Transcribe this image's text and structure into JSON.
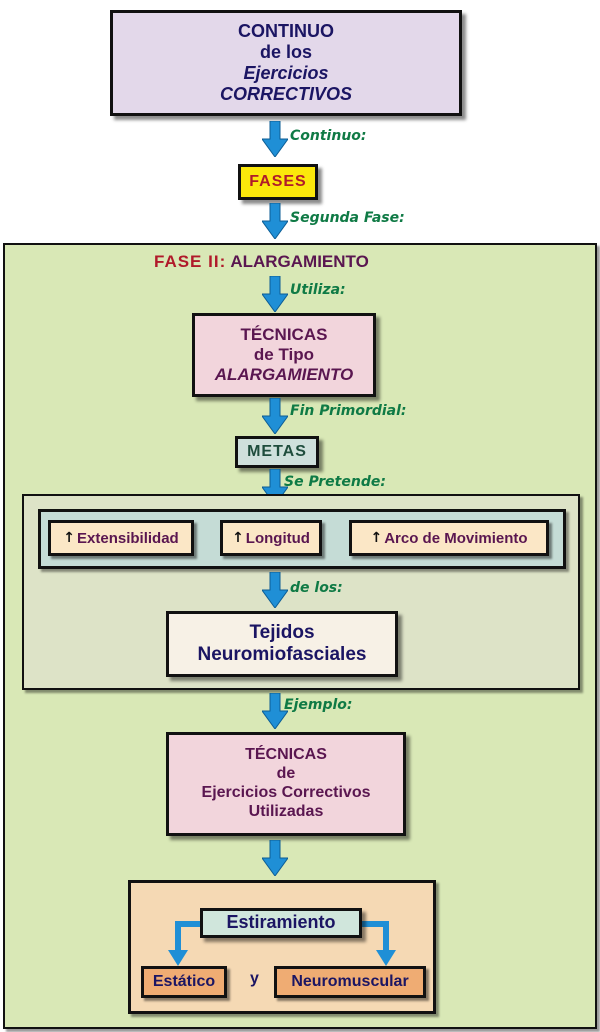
{
  "title_box": {
    "line1": "CONTINUO",
    "line2": "de los",
    "line3": "Ejercicios",
    "line4": "CORRECTIVOS"
  },
  "labels": {
    "continuo": "Continuo:",
    "segunda_fase": "Segunda Fase:",
    "utiliza": "Utiliza:",
    "fin_primordial": "Fin Primordial:",
    "se_pretende": "Se Pretende:",
    "de_los": "de los:",
    "ejemplo": "Ejemplo:"
  },
  "fases_box": "FASES",
  "phase_header": {
    "prefix": "FASE II:",
    "name": "ALARGAMIENTO"
  },
  "tecnicas_tipo": {
    "line1": "TÉCNICAS",
    "line2": "de Tipo",
    "line3": "ALARGAMIENTO"
  },
  "metas_box": "METAS",
  "goals": [
    {
      "arrow": "↑",
      "label": "Extensibilidad"
    },
    {
      "arrow": "↑",
      "label": "Longitud"
    },
    {
      "arrow": "↑",
      "label": "Arco de Movimiento"
    }
  ],
  "tejidos": {
    "line1": "Tejidos",
    "line2": "Neuromiofasciales"
  },
  "tecnicas_utilizadas": {
    "line1": "TÉCNICAS",
    "line2": "de",
    "line3": "Ejercicios Correctivos",
    "line4": "Utilizadas"
  },
  "estiramiento": {
    "title": "Estiramiento",
    "left": "Estático",
    "connector": "y",
    "right": "Neuromuscular"
  },
  "colors": {
    "title_bg": "#e3d8ea",
    "fases_bg": "#fbe80b",
    "fases_text": "#b01a2a",
    "phase_panel_bg": "#d9e8b6",
    "tecnicas_bg": "#f2d5dc",
    "metas_bg": "#cfe0dc",
    "inner_panel_bg": "#dde3c7",
    "goals_row_bg": "#c5dcd6",
    "tejidos_bg": "#f7f1e6",
    "estiramiento_panel_bg": "#f5d9b4",
    "estiramiento_title_bg": "#d0e6dc",
    "sub_box_bg": "#efac73",
    "arrow_blue": "#1f8fd6",
    "label_green": "#0f7a45"
  }
}
